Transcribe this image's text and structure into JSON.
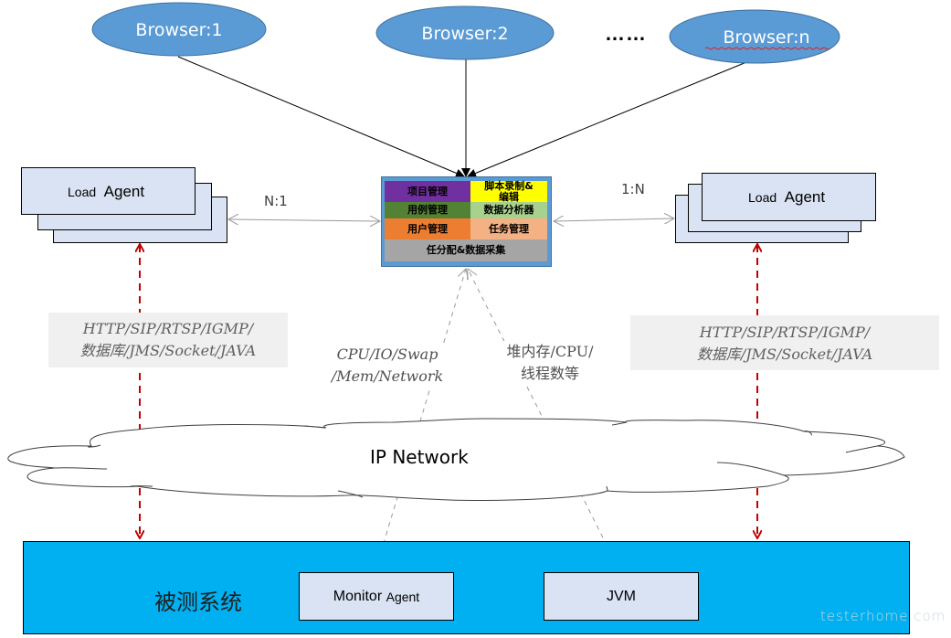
{
  "browsers": [
    {
      "label": "Browser:1"
    },
    {
      "label": "Browser:2"
    },
    {
      "label": "Browser:n"
    }
  ],
  "ellipsis": "……",
  "controller": {
    "cells": [
      {
        "label": "项目管理",
        "color": "#7030a0"
      },
      {
        "label": "脚本录制&编辑",
        "color": "#ffff00"
      },
      {
        "label": "用例管理",
        "color": "#548235"
      },
      {
        "label": "数据分析器",
        "color": "#a9d18e"
      },
      {
        "label": "用户管理",
        "color": "#ed7d31"
      },
      {
        "label": "任务管理",
        "color": "#f4b183"
      },
      {
        "label": "任分配&数据采集",
        "color": "#a5a5a5"
      }
    ],
    "frame_color": "#5b9bd5"
  },
  "left_agent": {
    "label_small": "Load",
    "label": "Agent",
    "ratio": "N:1"
  },
  "right_agent": {
    "label_small": "Load",
    "label": "Agent",
    "ratio": "1:N"
  },
  "protocols_left": {
    "line1": "HTTP/SIP/RTSP/IGMP/",
    "line2": "数据库/JMS/Socket/JAVA"
  },
  "protocols_right": {
    "line1": "HTTP/SIP/RTSP/IGMP/",
    "line2": "数据库/JMS/Socket/JAVA"
  },
  "metrics_os": {
    "line1": "CPU/IO/Swap",
    "line2": "/Mem/Network"
  },
  "metrics_jvm": {
    "line1": "堆内存/CPU/",
    "line2": "线程数等"
  },
  "network": {
    "label": "IP Network"
  },
  "system_under_test": {
    "title": "被测系统",
    "color": "#00b0f0",
    "monitor_agent": {
      "label": "Monitor",
      "label_small": "Agent"
    },
    "jvm": {
      "label": "JVM"
    }
  },
  "colors": {
    "browser_fill": "#5b9bd5",
    "agent_fill": "#dae3f3",
    "protocol_link": "#c00000",
    "monitor_link": "#999999"
  },
  "watermark": "testerhome.com"
}
